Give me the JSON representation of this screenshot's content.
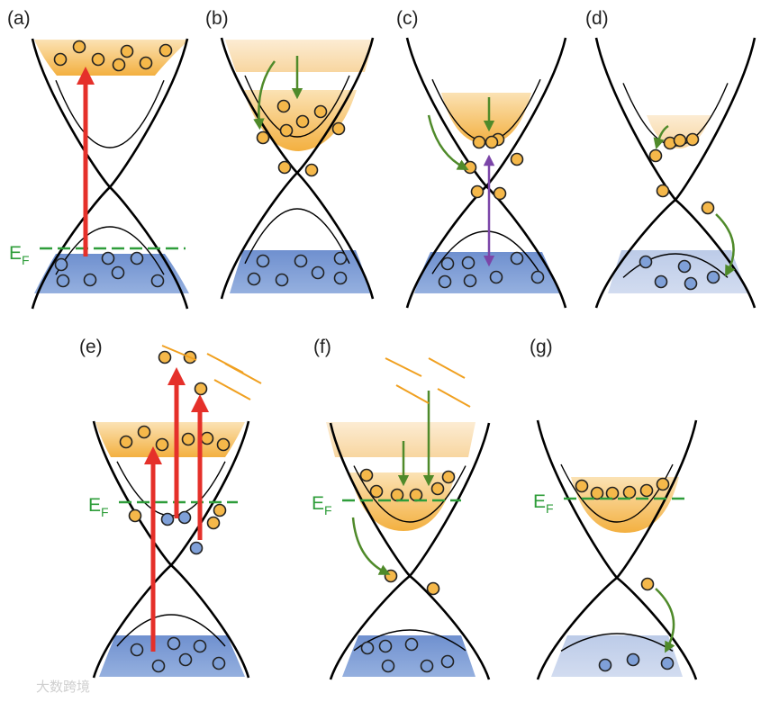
{
  "panels": [
    {
      "id": "a",
      "label": "(a)"
    },
    {
      "id": "b",
      "label": "(b)"
    },
    {
      "id": "c",
      "label": "(c)"
    },
    {
      "id": "d",
      "label": "(d)"
    },
    {
      "id": "e",
      "label": "(e)"
    },
    {
      "id": "f",
      "label": "(f)"
    },
    {
      "id": "g",
      "label": "(g)"
    }
  ],
  "fermi_level": {
    "letter": "E",
    "subscript": "F"
  },
  "colors": {
    "electron": "#f5b84a",
    "hole": "#7fa0d8",
    "excitation_arrow": "#e5302a",
    "relaxation_arrow": "#4f8a2a",
    "recombination_arrow": "#7b45a8",
    "fermi_line": "#2e9d3a",
    "photon_line": "#f0a020",
    "band_line": "#000000"
  },
  "watermark": "大数跨境"
}
